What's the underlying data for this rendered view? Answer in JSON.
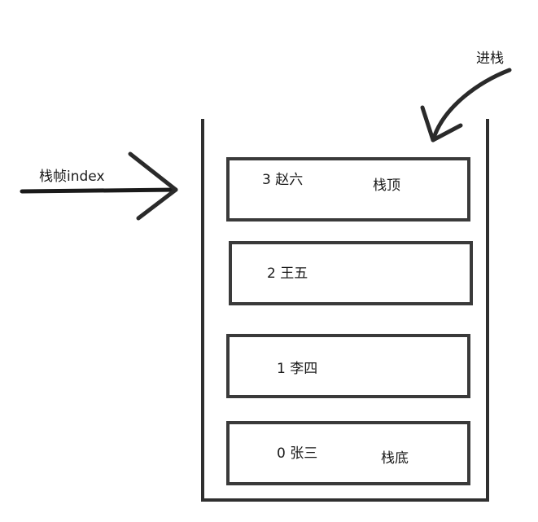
{
  "push_label": "进栈",
  "pointer_label": "栈帧index",
  "colors": {
    "stroke": "#3a3a3a",
    "arrow": "#2a2a2a",
    "text": "#1a1a1a",
    "background": "#ffffff"
  },
  "frames": [
    {
      "index_name": "3 赵六",
      "tag": "栈顶"
    },
    {
      "index_name": "2 王五",
      "tag": ""
    },
    {
      "index_name": "1 李四",
      "tag": ""
    },
    {
      "index_name": "0 张三",
      "tag": "栈底"
    }
  ]
}
